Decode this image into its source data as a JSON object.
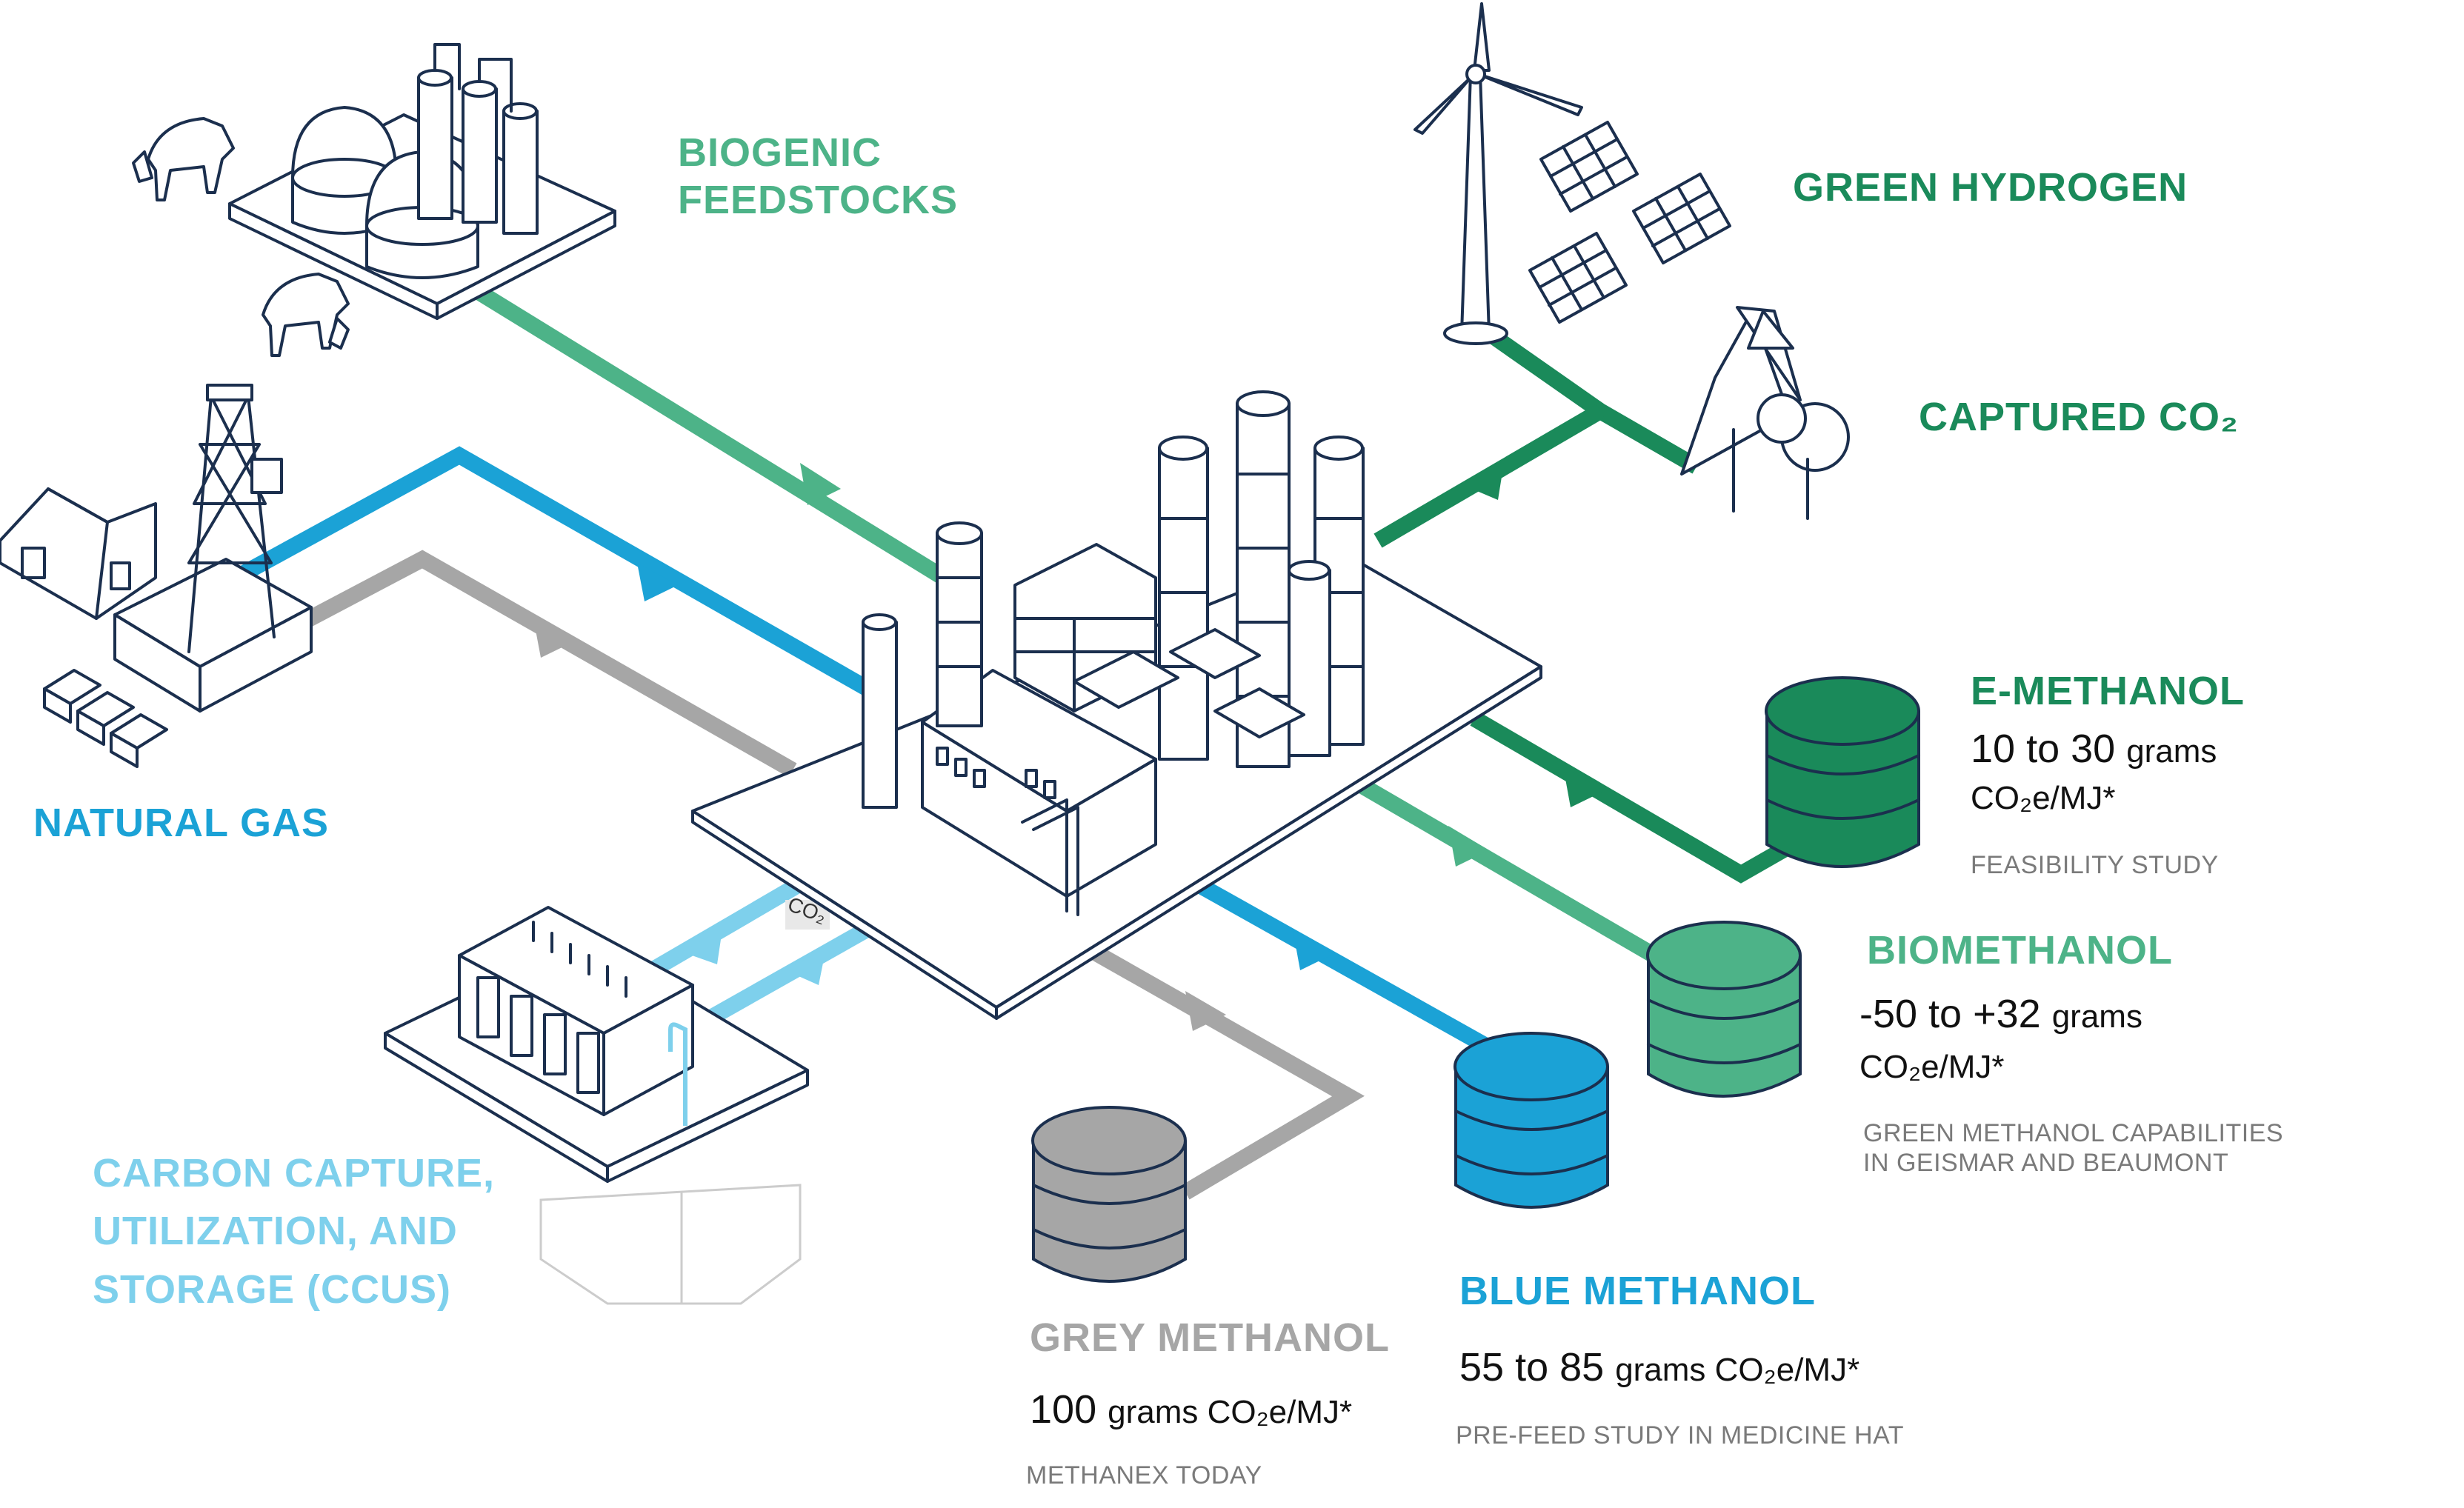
{
  "colors": {
    "green_hydrogen": "#1a8a5a",
    "biogenic": "#4db388",
    "natural_gas": "#1ba2d6",
    "grey": "#a6a6a6",
    "ccus": "#7ed0ec",
    "ink": "#1b2f4e"
  },
  "feedstocks": {
    "biogenic": {
      "line1": "BIOGENIC",
      "line2": "FEEDSTOCKS"
    },
    "green_hydrogen": "GREEN HYDROGEN",
    "captured_co2": "CAPTURED CO₂",
    "natural_gas": "NATURAL GAS",
    "ccus": {
      "line1": "CARBON CAPTURE,",
      "line2": "UTILIZATION, AND",
      "line3": "STORAGE (CCUS)"
    },
    "co2_tag": "CO₂"
  },
  "products": {
    "e_methanol": {
      "title": "E-METHANOL",
      "range": "10 to 30",
      "unit": "grams",
      "unit2": "CO₂e/MJ*",
      "note": "FEASIBILITY STUDY"
    },
    "biomethanol": {
      "title": "BIOMETHANOL",
      "range": "-50 to +32",
      "unit": "grams",
      "unit2": "CO₂e/MJ*",
      "note1": "GREEN METHANOL CAPABILITIES",
      "note2": "IN GEISMAR AND BEAUMONT"
    },
    "blue_methanol": {
      "title": "BLUE METHANOL",
      "range": "55 to 85",
      "unit": "grams CO₂e/MJ*",
      "note": "PRE-FEED STUDY IN MEDICINE HAT"
    },
    "grey_methanol": {
      "title": "GREY METHANOL",
      "range": "100",
      "unit": "grams CO₂e/MJ*",
      "note": "METHANEX TODAY"
    }
  },
  "icons": [
    "cow-icon",
    "biogas-digester-icon",
    "wind-turbine-icon",
    "solar-panel-icon",
    "tree-icon",
    "gas-derrick-icon",
    "farmhouse-icon",
    "methanol-plant-icon",
    "storage-tank-icon",
    "capture-unit-icon"
  ]
}
